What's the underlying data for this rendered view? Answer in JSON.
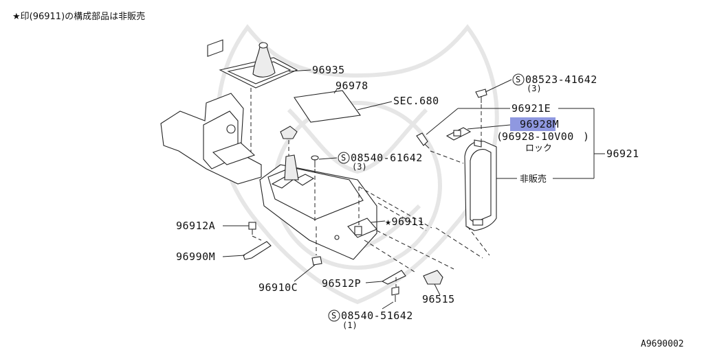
{
  "note": "★印(96911)の構成部品は非販売",
  "figure_code": "A9690002",
  "colors": {
    "highlight": "#8f98e0",
    "line": "#222222",
    "watermark": "#e6e6e6"
  },
  "labels": {
    "p96935": "96935",
    "p96978": "96978",
    "sec680": "SEC.680",
    "s08540_61642": "08540-61642",
    "s08540_61642_qty": "(3)",
    "s08523_41642": "08523-41642",
    "s08523_41642_qty": "(3)",
    "p96921E": "96921E",
    "p96928M": "96928M",
    "p96928_10V00": "96928-10V00",
    "lock": "ロック",
    "p96921": "96921",
    "hihanbai": "非販売",
    "p96911": "96911",
    "p96912A": "96912A",
    "p96990M": "96990M",
    "p96910C": "96910C",
    "p96512P": "96512P",
    "p96515": "96515",
    "s08540_51642": "08540-51642",
    "s08540_51642_qty": "(1)",
    "star": "★",
    "s_mark": "S"
  }
}
